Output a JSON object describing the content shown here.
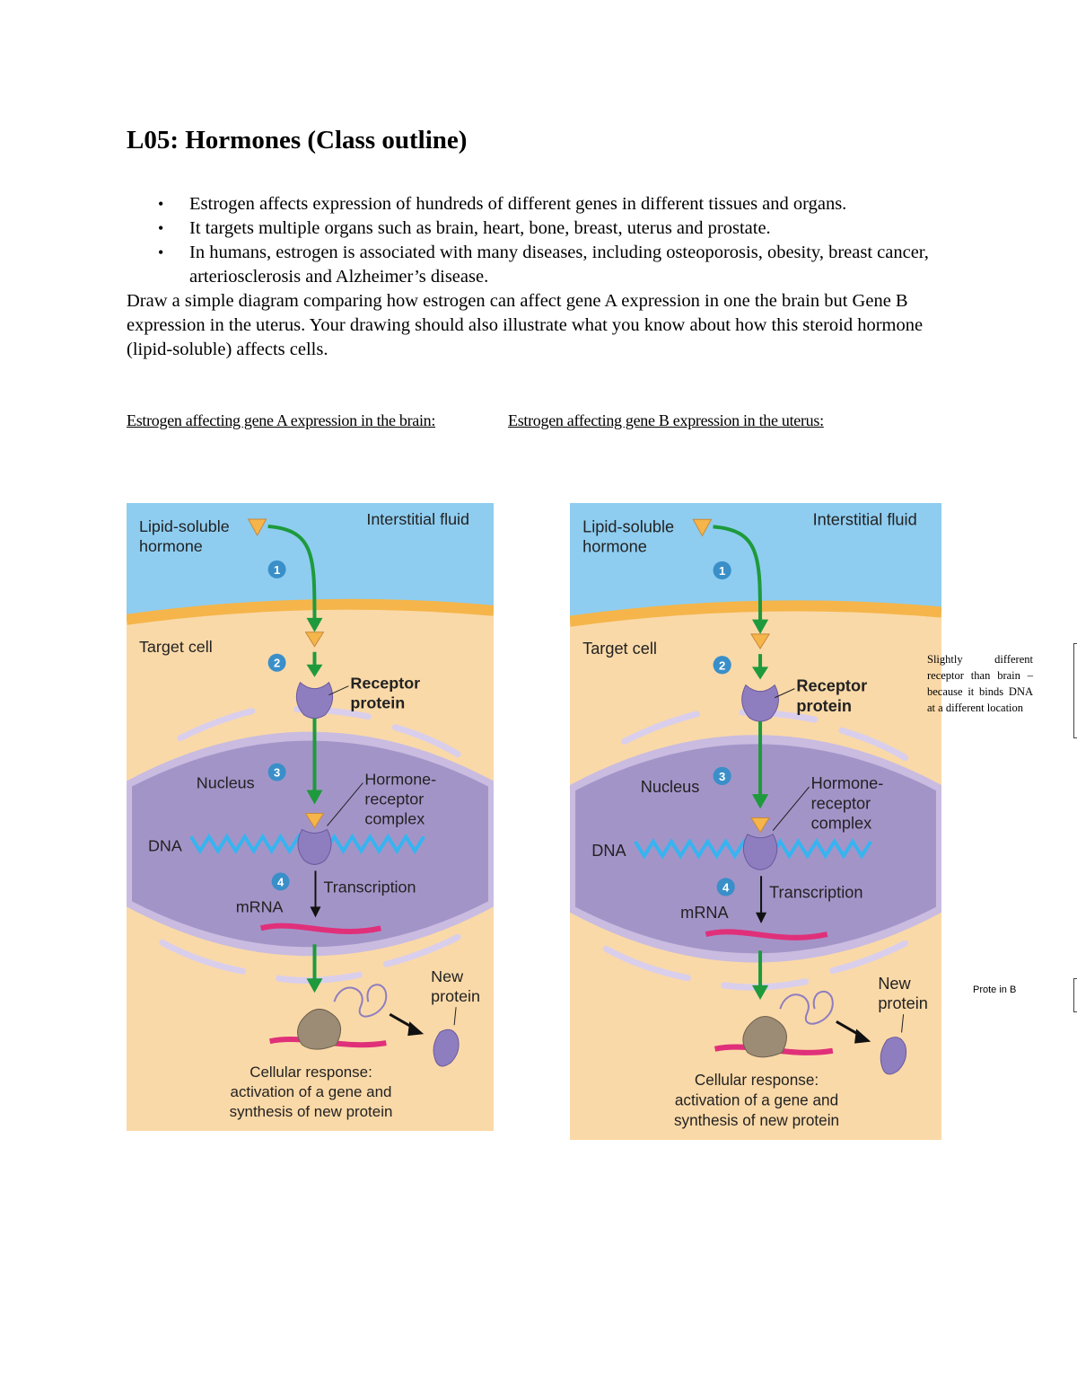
{
  "document": {
    "title": "L05: Hormones (Class outline)",
    "bullets": [
      "Estrogen affects expression of hundreds of different genes in different tissues and organs.",
      "It targets multiple organs such as brain, heart, bone, breast, uterus and prostate.",
      "In humans, estrogen is associated with many diseases, including osteoporosis, obesity, breast cancer, arteriosclerosis and Alzheimer’s disease."
    ],
    "bullet_symbol": "•",
    "prompt": "Draw a simple diagram comparing how estrogen can affect gene A expression in one the brain but Gene B expression in the uterus. Your drawing should also illustrate what you know about how this steroid hormone (lipid-soluble) affects cells.",
    "subheading_left": "Estrogen affecting gene A expression in the brain:",
    "subheading_right": "Estrogen affecting gene B expression in the uterus:",
    "side_note": "Slightly different receptor than brain – because it binds DNA at a different location",
    "protein_b_label": "Prote in B"
  },
  "diagram": {
    "hormone_line1": "Lipid-soluble",
    "hormone_line2": "hormone",
    "interstitial": "Interstitial fluid",
    "target_cell": "Target cell",
    "receptor_line1": "Receptor",
    "receptor_line2": "protein",
    "nucleus": "Nucleus",
    "complex_line1": "Hormone-",
    "complex_line2": "receptor",
    "complex_line3": "complex",
    "dna": "DNA",
    "mrna": "mRNA",
    "transcription": "Transcription",
    "new_protein_line1": "New",
    "new_protein_line2": "protein",
    "response_line1": "Cellular response:",
    "response_line2": "activation of a gene and",
    "response_line3": "synthesis of new protein",
    "steps": [
      "1",
      "2",
      "3",
      "4"
    ],
    "colors": {
      "fluid": "#8ECDF0",
      "cytoplasm": "#FAD9A8",
      "membrane": "#F5B54A",
      "nucleus": "#A394C8",
      "arrow": "#1E9A3C",
      "mrna": "#E0307A",
      "step_circle": "#3A8FC9",
      "hormone": "#F5B54A"
    }
  }
}
